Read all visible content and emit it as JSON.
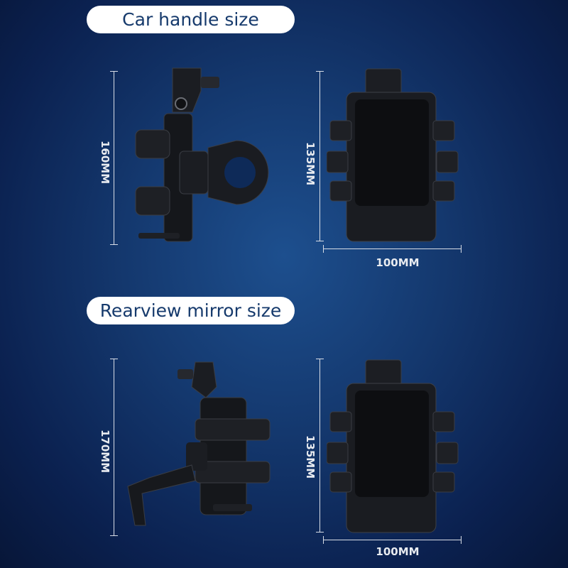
{
  "sections": [
    {
      "title": "Car handle size",
      "height_label": "160MM",
      "front_height_label": "135MM",
      "width_label": "100MM"
    },
    {
      "title": "Rearview mirror size",
      "height_label": "170MM",
      "front_height_label": "135MM",
      "width_label": "100MM"
    }
  ]
}
